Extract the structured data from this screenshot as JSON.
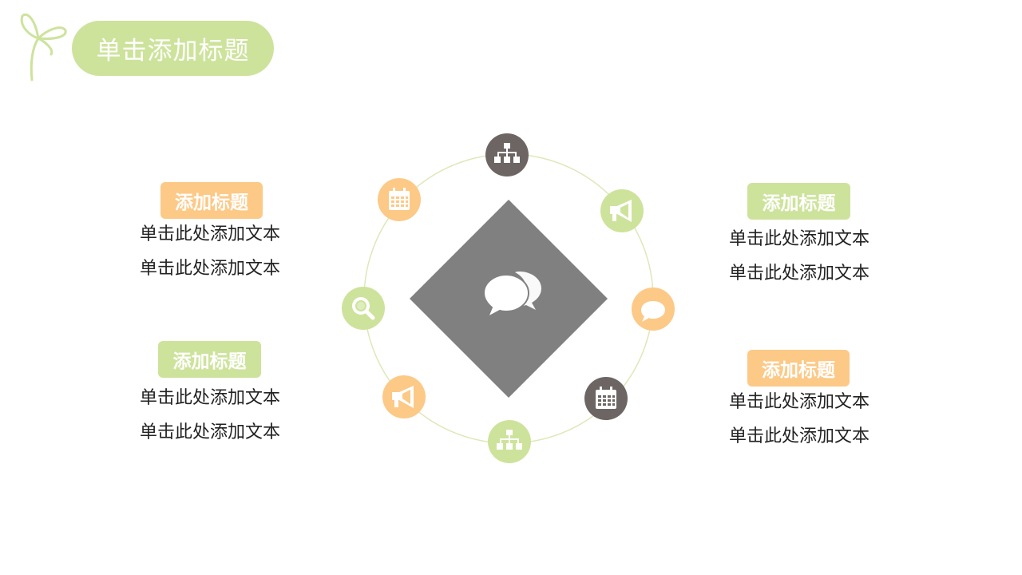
{
  "header": {
    "title": "单击添加标题"
  },
  "blocks": [
    {
      "tag": "添加标题",
      "lines": [
        "单击此处添加文本",
        "单击此处添加文本"
      ]
    },
    {
      "tag": "添加标题",
      "lines": [
        "单击此处添加文本",
        "单击此处添加文本"
      ]
    },
    {
      "tag": "添加标题",
      "lines": [
        "单击此处添加文本",
        "单击此处添加文本"
      ]
    },
    {
      "tag": "添加标题",
      "lines": [
        "单击此处添加文本",
        "单击此处添加文本"
      ]
    }
  ],
  "colors": {
    "orange": "#fcc987",
    "green": "#cde39c",
    "gray": "#6d6563",
    "center": "#808080",
    "ring": "#dde8b8"
  },
  "ring_icons": [
    {
      "icon": "hierarchy-icon",
      "color": "gray"
    },
    {
      "icon": "megaphone-icon",
      "color": "green"
    },
    {
      "icon": "chat-bubble-icon",
      "color": "orange"
    },
    {
      "icon": "calendar-icon",
      "color": "gray"
    },
    {
      "icon": "hierarchy-icon",
      "color": "green"
    },
    {
      "icon": "megaphone-icon",
      "color": "orange"
    },
    {
      "icon": "search-icon",
      "color": "green"
    },
    {
      "icon": "calendar-icon",
      "color": "orange"
    }
  ],
  "center_icon": "chat-bubbles-icon"
}
